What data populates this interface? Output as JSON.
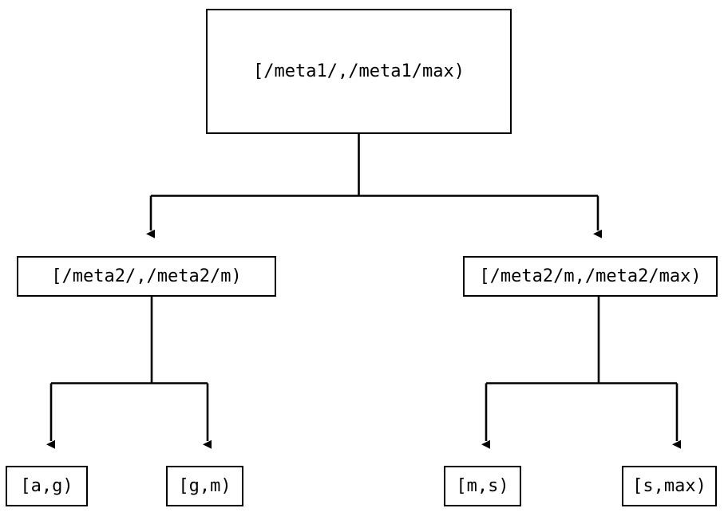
{
  "diagram": {
    "kind": "interval-partition-tree",
    "orientation": "top-down",
    "background_color": "#ffffff",
    "line_color": "#000000",
    "text_color": "#000000",
    "nodes": {
      "root": {
        "label": "[/meta1/,/meta1/max)",
        "level": 0
      },
      "mid_left": {
        "label": "[/meta2/,/meta2/m)",
        "level": 1
      },
      "mid_right": {
        "label": "[/meta2/m,/meta2/max)",
        "level": 1
      },
      "leaf_ag": {
        "label": "[a,g)",
        "level": 2
      },
      "leaf_gm": {
        "label": "[g,m)",
        "level": 2
      },
      "leaf_ms": {
        "label": "[m,s)",
        "level": 2
      },
      "leaf_smax": {
        "label": "[s,max)",
        "level": 2
      }
    },
    "edges": [
      {
        "from": "root",
        "to": "mid_left",
        "arrow": "triangle-down"
      },
      {
        "from": "root",
        "to": "mid_right",
        "arrow": "triangle-down"
      },
      {
        "from": "mid_left",
        "to": "leaf_ag",
        "arrow": "triangle-down"
      },
      {
        "from": "mid_left",
        "to": "leaf_gm",
        "arrow": "triangle-down"
      },
      {
        "from": "mid_right",
        "to": "leaf_ms",
        "arrow": "triangle-down"
      },
      {
        "from": "mid_right",
        "to": "leaf_smax",
        "arrow": "triangle-down"
      }
    ]
  }
}
